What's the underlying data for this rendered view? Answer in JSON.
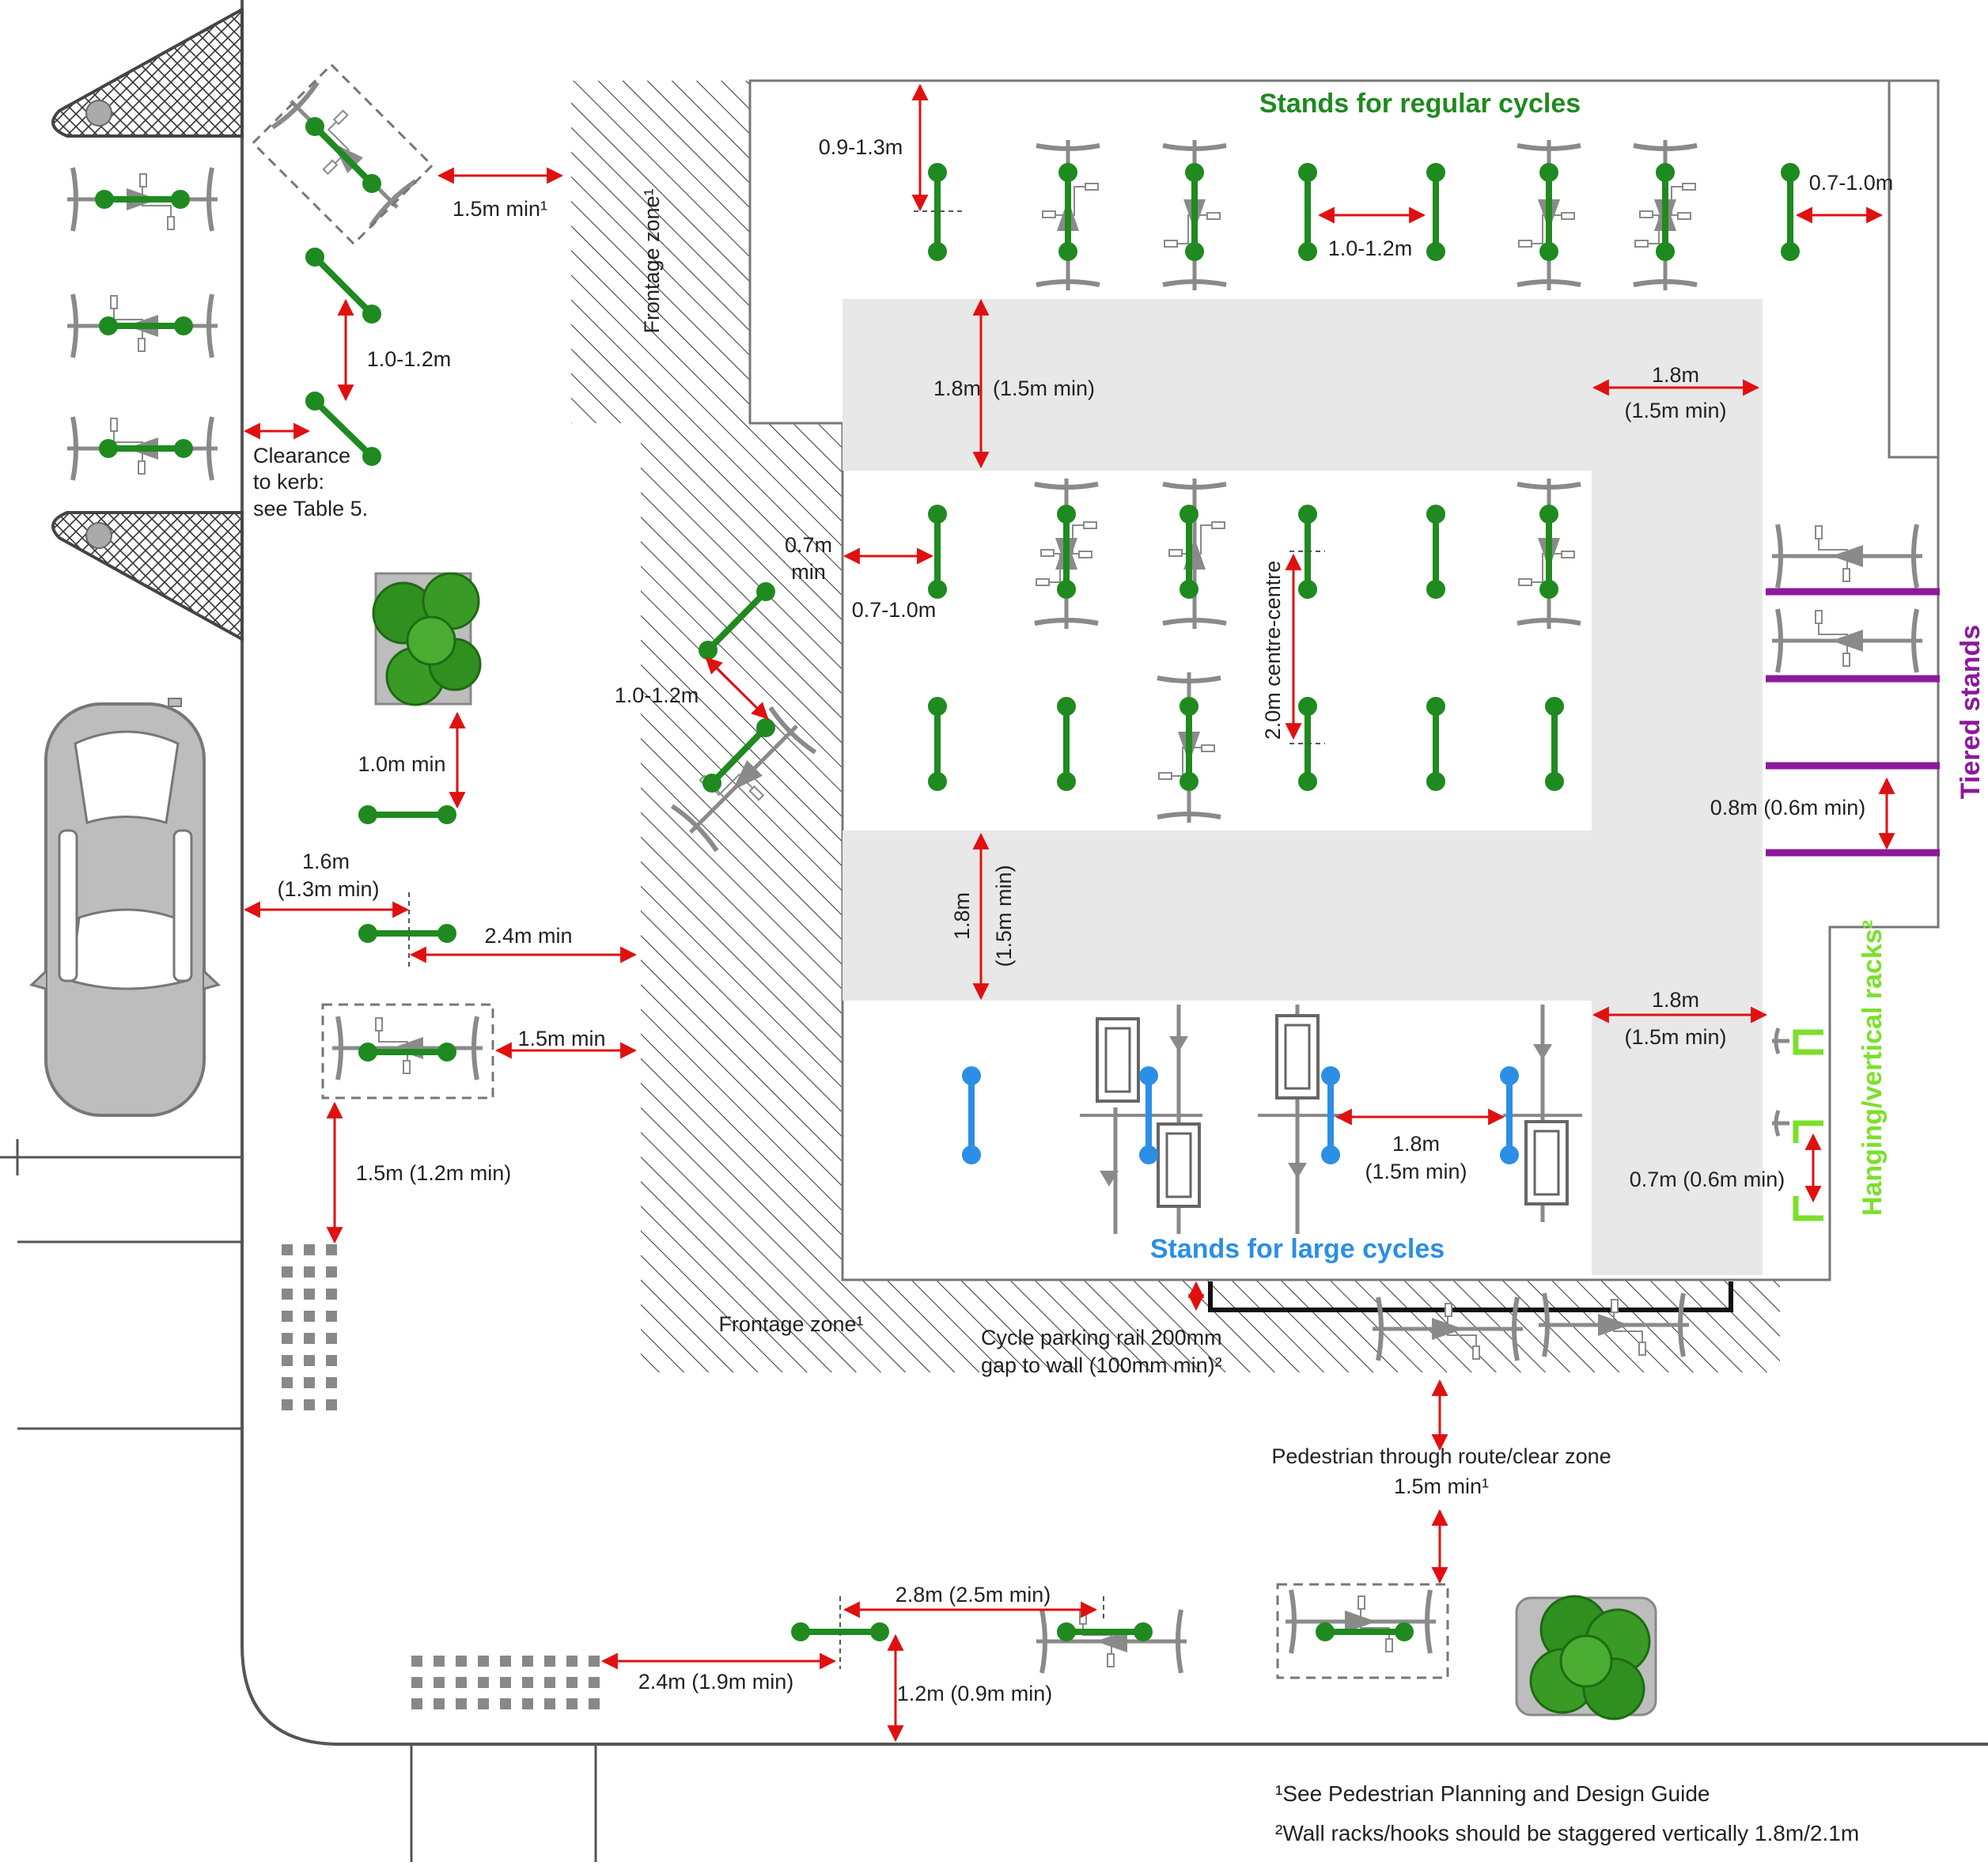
{
  "headings": {
    "regular": "Stands for regular cycles",
    "large": "Stands for large cycles",
    "tiered": "Tiered stands",
    "hanging": "Hanging/vertical racks²"
  },
  "labels": {
    "frontage_top": "Frontage zone¹",
    "frontage_bottom": "Frontage zone¹",
    "d_09_13": "0.9-1.3m",
    "d_07_10_top": "0.7-1.0m",
    "d_10_12_top": "1.0-1.2m",
    "d_15_min_top": "1.5m min¹",
    "d_10_12_left": "1.0-1.2m",
    "clearance_1": "Clearance",
    "clearance_2": "to kerb:",
    "clearance_3": "see Table 5.",
    "aisle_top_v": "1.8m  (1.5m min)",
    "aisle_right_top_1": "1.8m",
    "aisle_right_top_2": "(1.5m min)",
    "d_07_min_1": "0.7m",
    "d_07_min_2": "min",
    "d_07_10_mid": "0.7-1.0m",
    "d_10_12_diag": "1.0-1.2m",
    "centre": "2.0m centre-centre",
    "d_10_min": "1.0m min",
    "d_16_1": "1.6m",
    "d_16_2": "(1.3m min)",
    "d_24_min": "2.4m min",
    "aisle_mid_1": "1.8m",
    "aisle_mid_2": "(1.5m min)",
    "d_08": "0.8m (0.6m min)",
    "d_15_min_mid": "1.5m min",
    "d_15_12": "1.5m (1.2m min)",
    "aisle_right_bot_1": "1.8m",
    "aisle_right_bot_2": "(1.5m min)",
    "large_gap_1": "1.8m",
    "large_gap_2": "(1.5m min)",
    "d_07_06": "0.7m (0.6m min)",
    "rail_1": "Cycle parking rail 200mm",
    "rail_2": "gap to wall (100mm min)²",
    "ped_1": "Pedestrian through route/clear zone",
    "ped_2": "1.5m min¹",
    "d_28": "2.8m (2.5m min)",
    "d_24_19": "2.4m (1.9m min)",
    "d_12_09": "1.2m (0.9m min)"
  },
  "footnotes": {
    "n1": "¹See Pedestrian Planning and Design Guide",
    "n2": "²Wall racks/hooks should be staggered vertically 1.8m/2.1m"
  },
  "colors": {
    "regular_stand": "#1f8a1f",
    "large_stand": "#2b8fe6",
    "tiered": "#8b1a9a",
    "hanging": "#7be02a",
    "dimension": "#e01010",
    "aisle": "#e8e8e8",
    "cycle": "#8a8a8a"
  }
}
